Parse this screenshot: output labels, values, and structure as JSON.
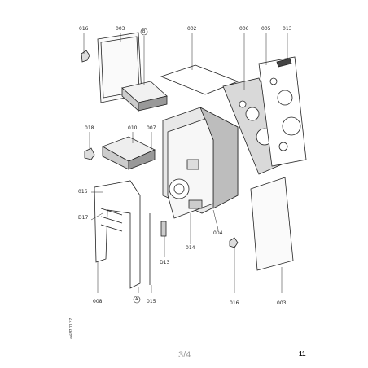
{
  "labels": {
    "l016_top": "016",
    "l003_top": "003",
    "lB_top": "B",
    "l002": "002",
    "l006": "006",
    "l005": "005",
    "l013_top": "013",
    "l018": "018",
    "l010": "010",
    "l007": "007",
    "l016_mid": "016",
    "l017": "D17",
    "l008": "008",
    "lA": "A",
    "l015": "015",
    "l013_low": "D13",
    "l014": "014",
    "l004": "004",
    "l016_bot": "016",
    "l003_bot": "003"
  },
  "side_code": "a6871127",
  "footer": {
    "pager": "3/4",
    "page_number": "11"
  }
}
